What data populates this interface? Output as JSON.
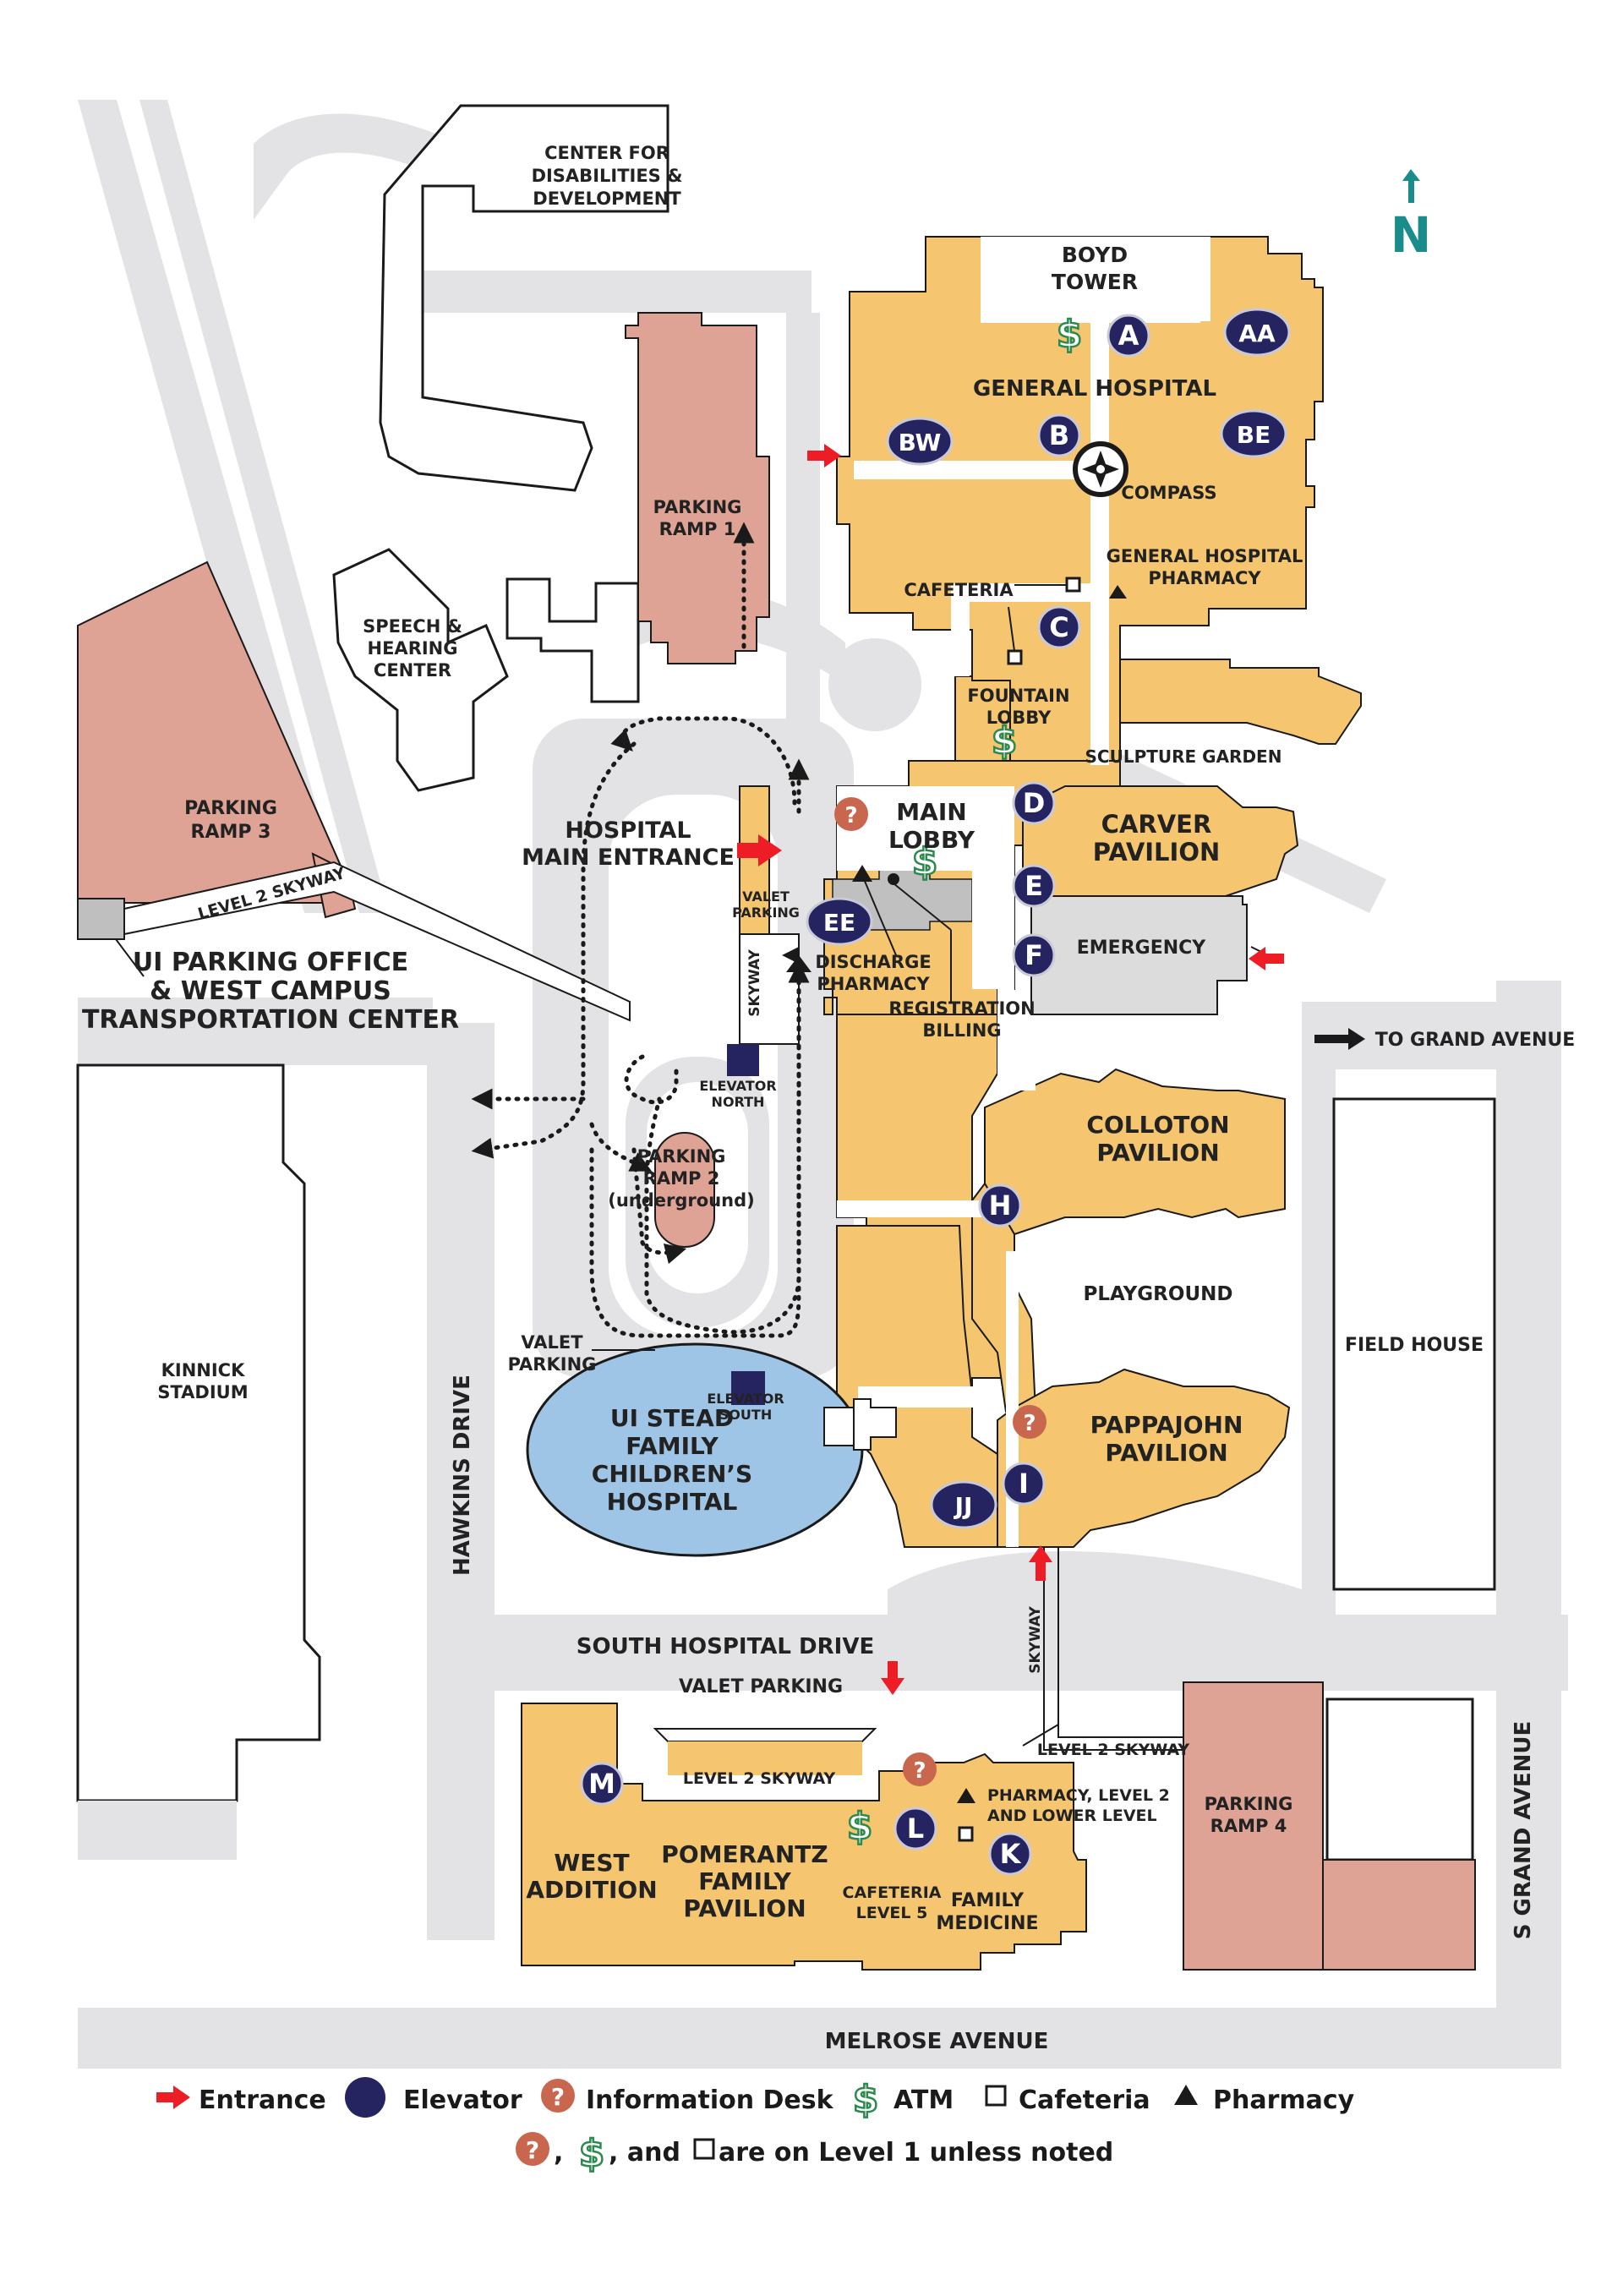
{
  "compass": {
    "arrow_letter": "N"
  },
  "colors": {
    "road": "#e3e3e5",
    "building": "#f5c66f",
    "parking": "#dea395",
    "childrens": "#9fc5e6",
    "emergency": "#dcdcdc",
    "elevator": "#262460",
    "info": "#c8664e",
    "atm": "#2d8a4e",
    "entrance": "#ee1c24",
    "north": "#1a8c8c"
  },
  "buildings": {
    "center_disabilities": [
      "CENTER FOR",
      "DISABILITIES &",
      "DEVELOPMENT"
    ],
    "boyd_tower": [
      "BOYD",
      "TOWER"
    ],
    "general_hospital": "GENERAL HOSPITAL",
    "compass_label": "COMPASS",
    "gh_pharmacy": [
      "GENERAL HOSPITAL",
      "PHARMACY"
    ],
    "cafeteria": "CAFETERIA",
    "fountain_lobby": [
      "FOUNTAIN",
      "LOBBY"
    ],
    "sculpture_garden": "SCULPTURE GARDEN",
    "parking_ramp_1": [
      "PARKING",
      "RAMP 1"
    ],
    "speech_hearing": [
      "SPEECH &",
      "HEARING",
      "CENTER"
    ],
    "parking_ramp_3": [
      "PARKING",
      "RAMP 3"
    ],
    "level2_skyway_top": "LEVEL 2 SKYWAY",
    "ui_parking_office": [
      "UI PARKING OFFICE",
      "& WEST CAMPUS",
      "TRANSPORTATION CENTER"
    ],
    "hospital_main_entrance": [
      "HOSPITAL",
      "MAIN ENTRANCE"
    ],
    "main_lobby": [
      "MAIN",
      "LOBBY"
    ],
    "valet_parking_small": [
      "VALET",
      "PARKING"
    ],
    "skyway": "SKYWAY",
    "discharge_pharmacy": [
      "DISCHARGE",
      "PHARMACY"
    ],
    "registration_billing": [
      "REGISTRATION",
      "BILLING"
    ],
    "carver_pavilion": [
      "CARVER",
      "PAVILION"
    ],
    "emergency": "EMERGENCY",
    "to_grand_avenue": "TO GRAND AVENUE",
    "elevator_north": [
      "ELEVATOR",
      "NORTH"
    ],
    "parking_ramp_2": [
      "PARKING",
      "RAMP 2",
      "(underground)"
    ],
    "colloton_pavilion": [
      "COLLOTON",
      "PAVILION"
    ],
    "playground": "PLAYGROUND",
    "field_house": "FIELD HOUSE",
    "kinnick_stadium": [
      "KINNICK",
      "STADIUM"
    ],
    "valet_parking_left": [
      "VALET",
      "PARKING"
    ],
    "elevator_south": [
      "ELEVATOR",
      "SOUTH"
    ],
    "childrens_hospital": [
      "UI STEAD",
      "FAMILY",
      "CHILDREN’S",
      "HOSPITAL"
    ],
    "pappajohn_pavilion": [
      "PAPPAJOHN",
      "PAVILION"
    ],
    "hawkins_drive": "HAWKINS DRIVE",
    "south_hospital_drive": "SOUTH HOSPITAL DRIVE",
    "valet_parking_south": "VALET PARKING",
    "skyway_south": "SKYWAY",
    "level2_skyway_right": "LEVEL 2 SKYWAY",
    "level2_skyway_pom": "LEVEL 2 SKYWAY",
    "pharmacy_level2": [
      "PHARMACY, LEVEL 2",
      "AND LOWER LEVEL"
    ],
    "west_addition": [
      "WEST",
      "ADDITION"
    ],
    "pomerantz": [
      "POMERANTZ",
      "FAMILY",
      "PAVILION"
    ],
    "cafeteria_level5": [
      "CAFETERIA",
      "LEVEL 5"
    ],
    "family_medicine": [
      "FAMILY",
      "MEDICINE"
    ],
    "parking_ramp_4": [
      "PARKING",
      "RAMP 4"
    ],
    "s_grand_avenue": "S GRAND AVENUE",
    "melrose_avenue": "MELROSE AVENUE"
  },
  "elevators": {
    "A": "A",
    "AA": "AA",
    "BW": "BW",
    "B": "B",
    "BE": "BE",
    "C": "C",
    "D": "D",
    "E": "E",
    "F": "F",
    "EE": "EE",
    "H": "H",
    "I": "I",
    "JJ": "JJ",
    "M": "M",
    "L": "L",
    "K": "K"
  },
  "symbols": {
    "info": "?",
    "atm": "$"
  },
  "legend": {
    "entrance": "Entrance",
    "elevator": "Elevator",
    "info": "Information Desk",
    "atm": "ATM",
    "cafeteria": "Cafeteria",
    "pharmacy": "Pharmacy",
    "note_mid": ", ",
    "note_and": ", and ",
    "note_end": "are on Level 1 unless noted"
  }
}
